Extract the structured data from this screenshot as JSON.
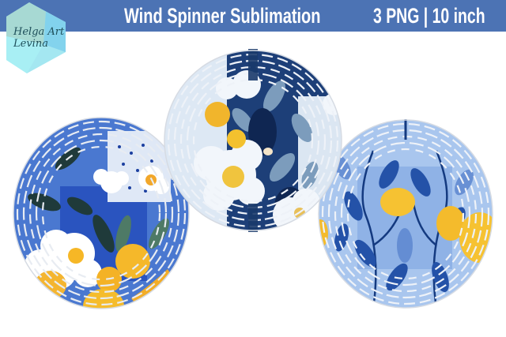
{
  "banner": {
    "title": "Wind Spinner Sublimation",
    "subtitle": "3 PNG | 10 inch",
    "background_color": "#4c73b4",
    "text_color": "#ffffff"
  },
  "logo": {
    "line1": "Helga Art",
    "line2": "Levina",
    "shape": "hexagon",
    "colors": [
      "#a8dcd2",
      "#8cd8ee",
      "#a6eef4"
    ]
  },
  "spinners": [
    {
      "id": "left",
      "theme": "white flowers with oranges on cobalt blue",
      "colors": {
        "base": "#4a78d0",
        "dark": "#1c3d8f",
        "leaf": "#1f3a3a",
        "accent": "#f5b82a",
        "flower": "#ffffff"
      }
    },
    {
      "id": "center",
      "theme": "white camellias with lemons on navy",
      "colors": {
        "base": "#1d3f78",
        "dark": "#0f2652",
        "leaf": "#7c9cbc",
        "accent": "#f3c12e",
        "flower": "#f2f6fb"
      }
    },
    {
      "id": "right",
      "theme": "lemon branches on pale blue",
      "colors": {
        "base": "#a9c6ee",
        "dark": "#143e94",
        "leaf": "#2452a8",
        "accent": "#f6c232",
        "flower": "#dbe8f8"
      }
    }
  ]
}
